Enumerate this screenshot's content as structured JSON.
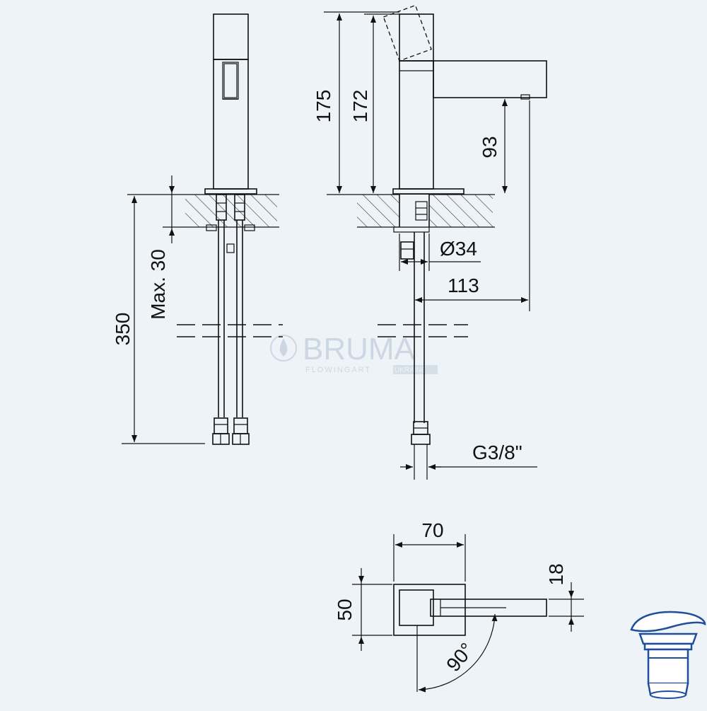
{
  "drawing": {
    "dimensions": {
      "d175": "175",
      "d172": "172",
      "d93": "93",
      "d350": "350",
      "max30": "Max. 30",
      "diam34": "Ø34",
      "d113": "113",
      "thread": "G3/8\"",
      "d70": "70",
      "d50": "50",
      "d18": "18",
      "angle90": "90°"
    }
  },
  "watermark": {
    "brand": "BRUMA",
    "tagline": "FLOWINGART",
    "tag_suffix": "UKRAINE"
  },
  "colors": {
    "background": "#eef3f8",
    "line": "#111111",
    "watermark": "#c9d5e1",
    "product_accent": "#1f4e9a"
  },
  "icons": {
    "product_thumbnail": "drain-plug-icon"
  }
}
